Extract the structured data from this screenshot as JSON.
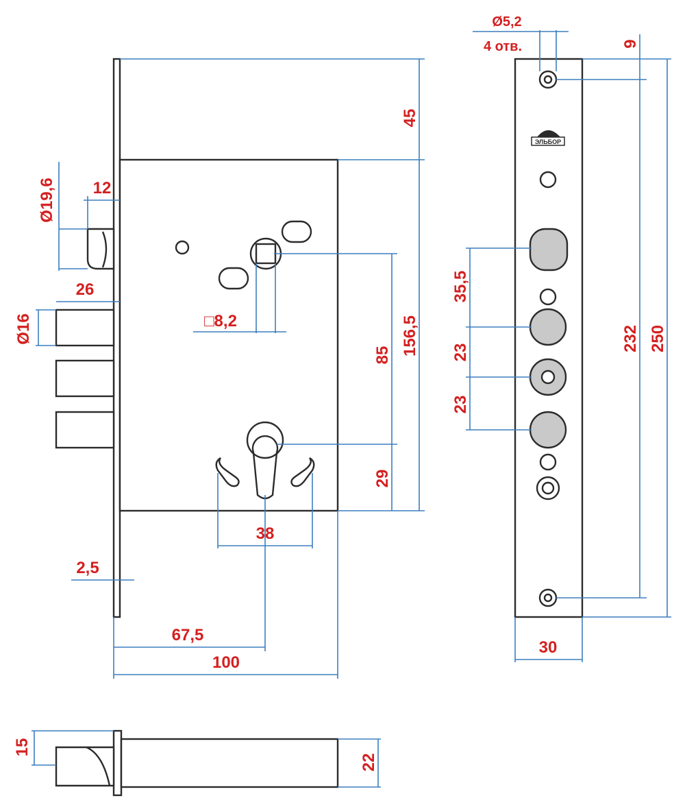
{
  "brand": {
    "logo_text": "ЭЛЬБОР",
    "logo_icon": "arch-logo-icon"
  },
  "colors": {
    "line": "#2b2b2b",
    "dimension_line": "#3b7fbf",
    "dimension_text": "#d42020",
    "hole_fill": "#c9c9c9"
  },
  "front_view": {
    "dims": {
      "top_offset": "45",
      "latch_diameter": "Ø19,6",
      "latch_projection": "12",
      "bolt_projection": "26",
      "bolt_diameter": "Ø16",
      "spindle_square": "□8,2",
      "spindle_to_cylinder": "85",
      "spindle_to_bottom": "156,5",
      "cylinder_to_bottom": "29",
      "cylinder_width": "38",
      "faceplate_thickness": "2,5",
      "backset": "67,5",
      "case_width": "100"
    }
  },
  "faceplate_view": {
    "dims": {
      "screw_hole": "Ø5,2",
      "screw_hole_count": "4 отв.",
      "top_hole_offset": "9",
      "spacing_1": "35,5",
      "spacing_2": "23",
      "spacing_3": "23",
      "hole_pitch": "232",
      "faceplate_length": "250",
      "faceplate_width": "30"
    }
  },
  "bottom_view": {
    "dims": {
      "latch_width": "15",
      "case_depth": "22"
    }
  }
}
